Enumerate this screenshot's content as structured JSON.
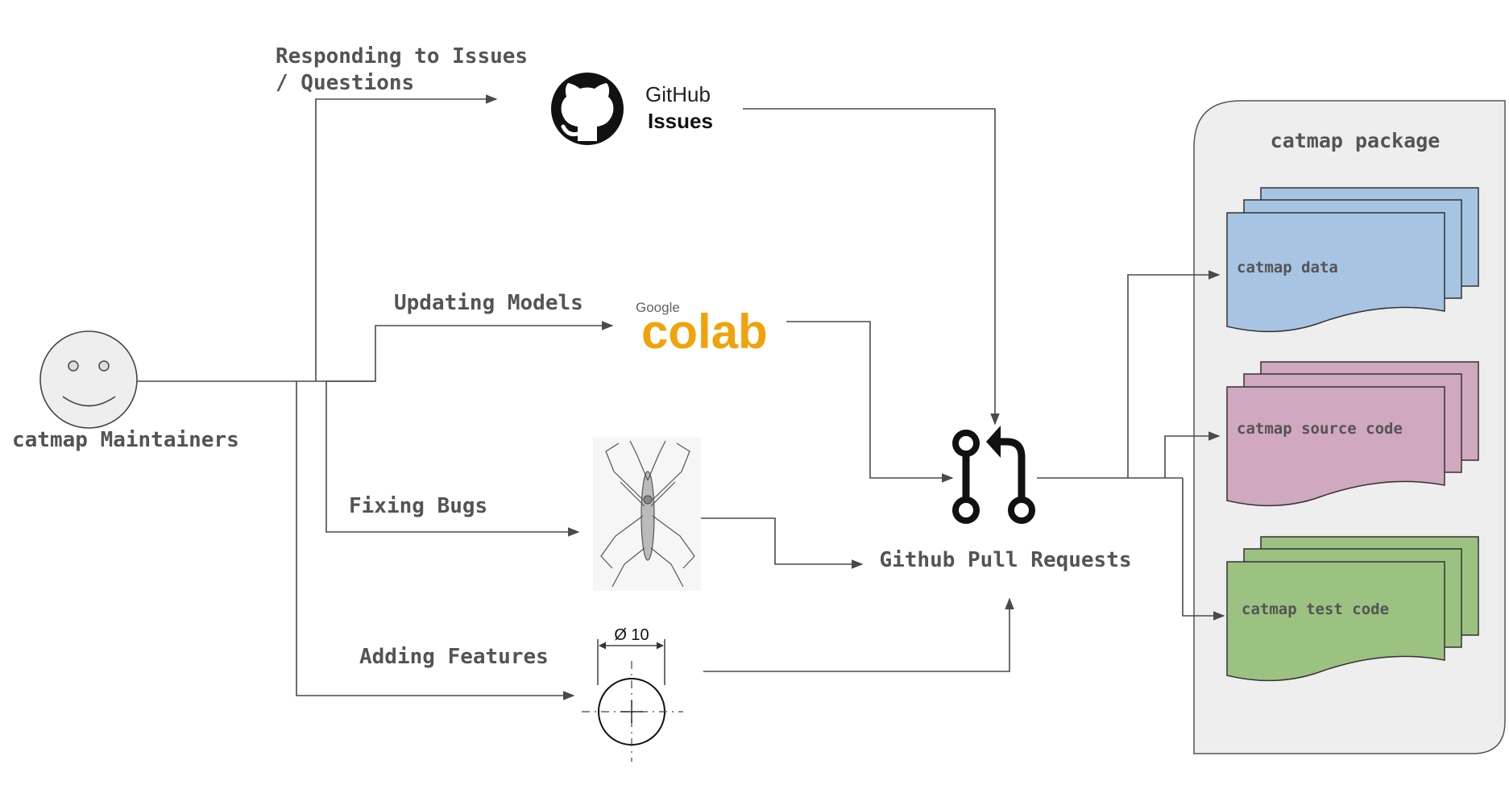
{
  "actor": {
    "label": "catmap Maintainers"
  },
  "activities": {
    "issues": "Responding to Issues\n/ Questions",
    "models": "Updating Models",
    "bugs": "Fixing Bugs",
    "features": "Adding Features"
  },
  "tools": {
    "github": {
      "line1": "GitHub",
      "line2": "Issues",
      "icon": "github-octocat-icon"
    },
    "colab": {
      "small": "Google",
      "big": "colab",
      "icon": "colab-logo"
    },
    "bugs": {
      "icon": "insect-sketch-icon"
    },
    "features": {
      "dimension": "Ø 10",
      "icon": "circle-dimension-drawing-icon"
    }
  },
  "hub": {
    "label": "Github Pull Requests",
    "icon": "git-pull-request-icon"
  },
  "package": {
    "title": "catmap package",
    "items": [
      {
        "label": "catmap data",
        "color": "#a7c4e3"
      },
      {
        "label": "catmap source code",
        "color": "#d0a8bf"
      },
      {
        "label": "catmap test code",
        "color": "#9cc282"
      }
    ]
  },
  "colors": {
    "line": "#4a4a4a",
    "text": "#545454",
    "panel": "#eeeeee",
    "colab_orange": "#f9ab00",
    "colab_yellow": "#e37400"
  }
}
